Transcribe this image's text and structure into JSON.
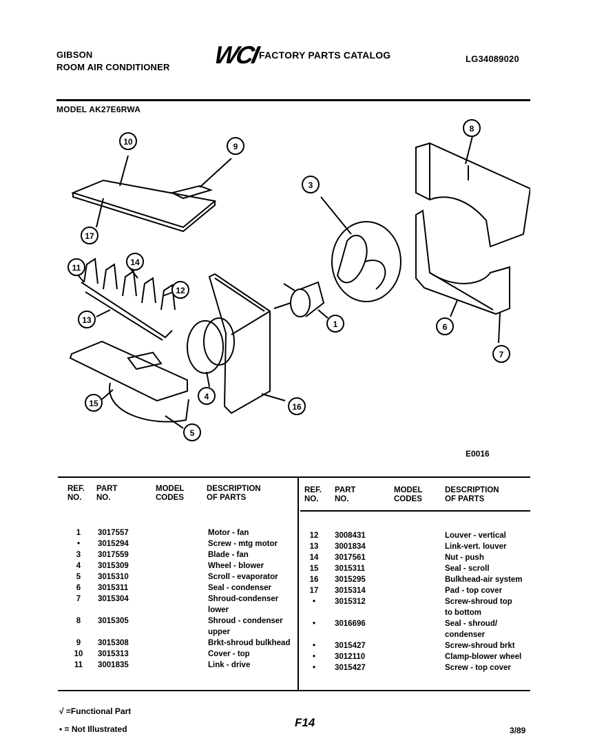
{
  "header": {
    "brand_line1": "GIBSON",
    "brand_line2": "ROOM AIR CONDITIONER",
    "logo_text": "WCI",
    "catalog_title": "FACTORY PARTS CATALOG",
    "catalog_number": "LG34089020",
    "model": "MODEL AK27E6RWA"
  },
  "diagram": {
    "callouts": [
      "10",
      "9",
      "8",
      "3",
      "17",
      "11",
      "14",
      "12",
      "13",
      "1",
      "6",
      "7",
      "4",
      "15",
      "16",
      "5"
    ],
    "figure_code": "E0016"
  },
  "table": {
    "headers": {
      "ref": [
        "REF.",
        "NO."
      ],
      "part": [
        "PART",
        "NO."
      ],
      "model": [
        "MODEL",
        "CODES"
      ],
      "desc": [
        "DESCRIPTION",
        "OF PARTS"
      ]
    },
    "left_rows": [
      {
        "ref": "1",
        "part": "3017557",
        "desc": "Motor - fan"
      },
      {
        "ref": "•",
        "part": "3015294",
        "desc": "Screw - mtg motor"
      },
      {
        "ref": "3",
        "part": "3017559",
        "desc": "Blade - fan"
      },
      {
        "ref": "4",
        "part": "3015309",
        "desc": "Wheel - blower"
      },
      {
        "ref": "5",
        "part": "3015310",
        "desc": "Scroll - evaporator"
      },
      {
        "ref": "6",
        "part": "3015311",
        "desc": "Seal - condenser"
      },
      {
        "ref": "7",
        "part": "3015304",
        "desc": "Shroud-condenser",
        "desc2": "lower"
      },
      {
        "ref": "8",
        "part": "3015305",
        "desc": "Shroud - condenser",
        "desc2": "upper"
      },
      {
        "ref": "9",
        "part": "3015308",
        "desc": "Brkt-shroud bulkhead"
      },
      {
        "ref": "10",
        "part": "3015313",
        "desc": "Cover - top"
      },
      {
        "ref": "11",
        "part": "3001835",
        "desc": "Link - drive"
      }
    ],
    "right_rows": [
      {
        "ref": "12",
        "part": "3008431",
        "desc": "Louver - vertical"
      },
      {
        "ref": "13",
        "part": "3001834",
        "desc": "Link-vert. louver"
      },
      {
        "ref": "14",
        "part": "3017561",
        "desc": "Nut - push"
      },
      {
        "ref": "15",
        "part": "3015311",
        "desc": "Seal - scroll"
      },
      {
        "ref": "16",
        "part": "3015295",
        "desc": "Bulkhead-air system"
      },
      {
        "ref": "17",
        "part": "3015314",
        "desc": "Pad - top cover"
      },
      {
        "ref": "•",
        "part": "3015312",
        "desc": "Screw-shroud top",
        "desc2": "to bottom"
      },
      {
        "ref": "•",
        "part": "3016696",
        "desc": "Seal - shroud/",
        "desc2": "condenser"
      },
      {
        "ref": "•",
        "part": "3015427",
        "desc": "Screw-shroud brkt"
      },
      {
        "ref": "•",
        "part": "3012110",
        "desc": "Clamp-blower wheel"
      },
      {
        "ref": "•",
        "part": "3015427",
        "desc": "Screw - top cover"
      }
    ]
  },
  "footer": {
    "legend1": "√ =Functional Part",
    "legend2": "• = Not Illustrated",
    "page_code": "F14",
    "date": "3/89"
  }
}
